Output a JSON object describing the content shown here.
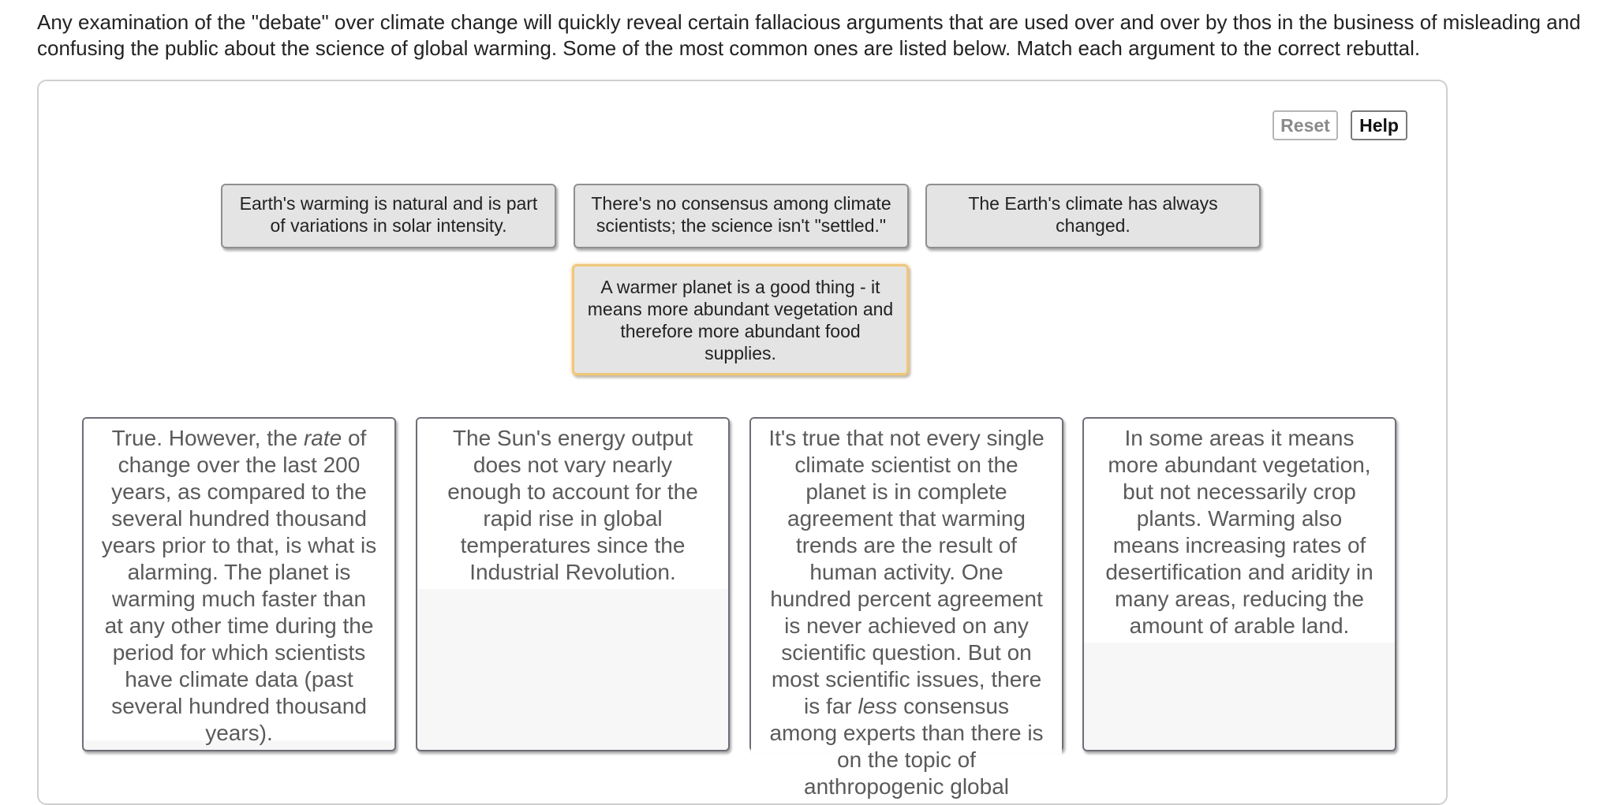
{
  "instructions": "Any examination of the \"debate\" over climate change will quickly reveal certain fallacious arguments that are used over and over by thos in the business of misleading and confusing the public about the science of global warming.  Some of the most common ones are listed  below.  Match each argument to the correct rebuttal.",
  "toolbar": {
    "reset_label": "Reset",
    "help_label": "Help"
  },
  "arguments": [
    {
      "label": "Earth's warming is natural and is part of variations in solar intensity.",
      "selected": false
    },
    {
      "label": "There's no consensus among climate scientists; the science isn't \"settled.\"",
      "selected": false
    },
    {
      "label": "The Earth's climate has always changed.",
      "selected": false
    },
    {
      "label": "A warmer planet is a good thing - it means more abundant vegetation and therefore more abundant food supplies.",
      "selected": true
    }
  ],
  "rebuttals": [
    {
      "part1": "True. However, the ",
      "emphasis": "rate",
      "part2": " of change over the last 200 years, as compared to the several hundred thousand years prior to that, is what is alarming. The planet is warming much faster than at any other time during the period for which scientists have climate data (past several hundred thousand years)."
    },
    {
      "part1": "The Sun's energy output does not vary nearly enough to account for the rapid rise in global temperatures since the Industrial Revolution.",
      "emphasis": "",
      "part2": ""
    },
    {
      "part1": "It's true that not every single climate scientist on the planet is in complete agreement that warming trends are the result of human activity. One hundred percent agreement is never achieved on any scientific question. But on most scientific issues, there is far ",
      "emphasis": "less",
      "part2": " consensus among experts than there is on the topic of anthropogenic global"
    },
    {
      "part1": "In some areas it means more abundant vegetation, but not necessarily crop plants. Warming also means increasing rates of desertification and aridity in many areas, reducing the amount of arable land.",
      "emphasis": "",
      "part2": ""
    }
  ],
  "colors": {
    "argument_bg": "#e4e4e4",
    "selected_border": "#f0c77a",
    "rebuttal_text": "#5a5a5a",
    "panel_border": "#cfcfcf"
  }
}
